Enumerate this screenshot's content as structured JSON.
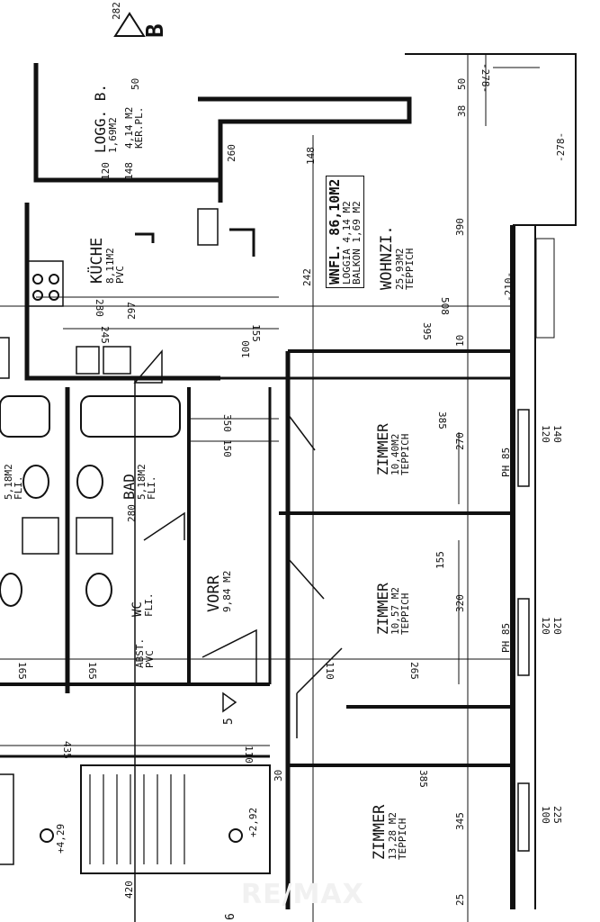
{
  "plan": {
    "section_marker": "B",
    "section_marker_dim": "282",
    "total_area": {
      "title": "WNFL. 86,10M2",
      "loggia": "LOGGIA 4,14 M2",
      "balkon": "BALKON 1,69 M2"
    },
    "rooms": {
      "loggia_b": {
        "name": "LOGG. B.",
        "area1": "1,69M2",
        "area2": "4,14 M2",
        "floor": "KER.PL."
      },
      "kueche": {
        "name": "KÜCHE",
        "area": "8,11M2",
        "floor": "PVC"
      },
      "wohnzimmer": {
        "name": "WOHNZI.",
        "area": "25,93M2",
        "floor": "TEPPICH"
      },
      "zimmer1": {
        "name": "ZIMMER",
        "area": "10,40M2",
        "floor": "TEPPICH"
      },
      "zimmer2": {
        "name": "ZIMMER",
        "area": "10,57 M2",
        "floor": "TEPPICH"
      },
      "zimmer3": {
        "name": "ZIMMER",
        "area": "13,28 M2",
        "floor": "TEPPICH"
      },
      "bad": {
        "name": "BAD",
        "area": "5,18M2",
        "floor": "FLI."
      },
      "bad_left": {
        "area": "5,18M2",
        "floor": "FLI."
      },
      "vorr": {
        "name": "VORR",
        "area": "9,84 M2"
      },
      "wc": {
        "name": "WC",
        "floor": "FLI."
      },
      "abst": {
        "name": "ABST.",
        "floor": "PVC"
      }
    },
    "dims": {
      "d278a": "-278-",
      "d278b": "-278-",
      "d50a": "50",
      "d38": "38",
      "d390": "390",
      "d210": "-210-",
      "d508": "508",
      "d395": "395",
      "d148": "148",
      "d242": "242",
      "d385a": "385",
      "d270": "270",
      "d140": "140",
      "d120a": "120",
      "d120b": "120",
      "d120c": "120",
      "d155": "155",
      "d320": "320",
      "d265": "265",
      "d110": "110",
      "d385b": "385",
      "d345": "345",
      "d225": "225",
      "d100a": "100",
      "d25": "25",
      "d435": "435",
      "d420": "420",
      "d165a": "165",
      "d165b": "165",
      "d280a": "280",
      "d297": "297",
      "d245": "245",
      "d280b": "280",
      "d350": "350",
      "d150": "150",
      "d100b": "100",
      "d155b": "155",
      "d260": "260",
      "d10": "10",
      "d30": "30",
      "d50b": "50",
      "d120d": "120",
      "d148b": "148",
      "ph85a": "PH 85",
      "ph85b": "PH 85",
      "elev1": "+4,29",
      "elev2": "+2,92",
      "mark5": "5",
      "mark6": "6",
      "d110b": "110"
    },
    "watermark": "RE/MAX"
  }
}
